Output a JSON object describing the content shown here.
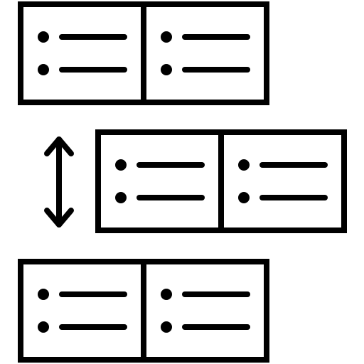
{
  "icon": {
    "name": "reorder-list-blocks-icon",
    "stroke_color": "#000000",
    "background_color": "#ffffff"
  },
  "blocks": [
    {
      "name": "list-block-top",
      "offset": "left",
      "columns": 2,
      "items_per_column": 2
    },
    {
      "name": "list-block-middle",
      "offset": "right",
      "columns": 2,
      "items_per_column": 2
    },
    {
      "name": "list-block-bottom",
      "offset": "left",
      "columns": 2,
      "items_per_column": 2
    }
  ],
  "reorder_arrow": {
    "name": "double-headed-vertical-arrow-icon",
    "direction": "up-down"
  }
}
